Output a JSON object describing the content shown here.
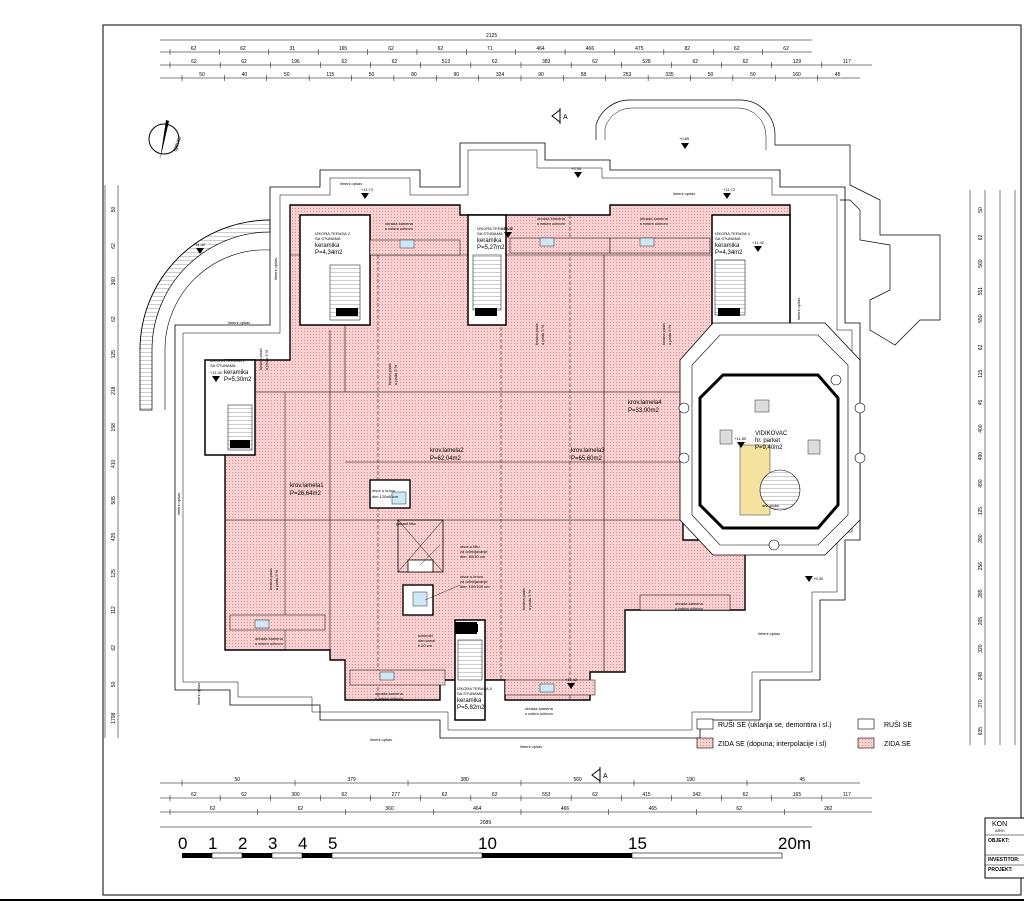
{
  "plan": {
    "north_label": "sjever",
    "section_marker": "A",
    "dims_top": {
      "total": "2125",
      "row1": [
        "62",
        "62",
        "31",
        "165",
        "62",
        "62",
        "71",
        "464",
        "466",
        "475",
        "82",
        "62",
        "62"
      ],
      "row2": [
        "62",
        "62",
        "196",
        "62",
        "62",
        "513",
        "62",
        "383",
        "62",
        "528",
        "62",
        "62",
        "129",
        "117"
      ],
      "row3": [
        "50",
        "40",
        "50",
        "115",
        "50",
        "80",
        "90",
        "324",
        "90",
        "58",
        "253",
        "335",
        "50",
        "50",
        "160",
        "45"
      ]
    },
    "dims_bottom": {
      "row1": [
        "50",
        "379",
        "380",
        "560",
        "190",
        "45"
      ],
      "row2": [
        "62",
        "62",
        "300",
        "62",
        "277",
        "62",
        "62",
        "553",
        "62",
        "415",
        "342",
        "62",
        "165",
        "117"
      ],
      "row3": [
        "62",
        "62",
        "360",
        "464",
        "466",
        "465",
        "62",
        "282"
      ],
      "total": "2089"
    },
    "dims_left": [
      "50",
      "62",
      "360",
      "62",
      "125",
      "218",
      "158",
      "410",
      "505",
      "425",
      "125",
      "112",
      "62",
      "50",
      "1798"
    ],
    "dims_right": [
      "50",
      "62",
      "560",
      "551",
      "550",
      "62",
      "115",
      "45",
      "400",
      "490",
      "490",
      "125",
      "280",
      "256",
      "285",
      "265",
      "320",
      "248",
      "370",
      "635"
    ],
    "levels": [
      "+11,72",
      "+11,72",
      "+5,30",
      "+0,85",
      "+11,42",
      "+11,42",
      "+11,42",
      "+11,42",
      "+11,80",
      "+5,30",
      "+11,42"
    ],
    "rooms": {
      "roof1": "krov.lamela1",
      "roof1_area": "P=26,64m2",
      "roof2": "krov.lamela2",
      "roof2_area": "P=62,04m2",
      "roof3": "krov.lamela3",
      "roof3_area": "P=65,60m2",
      "roof4": "krov.lamela4",
      "roof4_area": "P=33,00m2",
      "viewpoint": "VIDIKOVAC",
      "viewpoint_floor": "hr. parket",
      "viewpoint_area": "P=9,40m2",
      "terrace_l": "IZKORA TERASA 1",
      "terrace_l2": "SA STUBAMA",
      "terrace_l3": "keramika",
      "terrace_l_area": "P=5,30m2",
      "terrace_tl": "IZKORA TERASA 2",
      "terrace_tl2": "SA STUBAMA",
      "terrace_tl3": "keramika",
      "terrace_tl_area": "P=4,34m2",
      "terrace_tc": "IZKORA TERASA 3",
      "terrace_tc2": "SA STUBAMA",
      "terrace_tc3": "keramika",
      "terrace_tc_area": "P=5,27m2",
      "terrace_tr": "IZKORA TERASA 4",
      "terrace_tr2": "SA STUBAMA",
      "terrace_tr3": "keramika",
      "terrace_tr_area": "P=4,34m2",
      "terrace_b": "IZKORA TERASA 5",
      "terrace_b2": "SA STUBAMA",
      "terrace_b3": "keramika",
      "terrace_b_area": "P=5,82m2"
    },
    "notes": {
      "opening1": "otvor u krovu",
      "opening1_dim": "dim.120x80cm",
      "lift_shaft": "gabarit lifta",
      "lift_open": "otvor u liftu",
      "lift_open2": "za odimljavanje",
      "lift_open3": "dim. 80/30 cm",
      "roof_open": "otvor u krovu",
      "roof_open2": "za odimljavanje",
      "roof_open3": "dim. 100/100 cm",
      "chimney": "schiedel",
      "chimney2": "dim.kanal",
      "chimney3": "fi 20 cm",
      "stair_note": "drv. stube",
      "slope": "kosina pada",
      "slope2": "u padu 5 %",
      "gutter": "limeni opšav",
      "window": "obrada kamena",
      "window2": "s nekim učinom"
    },
    "legend": {
      "item1_plain": "RUŠI SE (uklanja se, demontira i sl.)",
      "item1_fill": "ZIDA SE (dopuna; interpolacije i sl)",
      "item2_plain": "RUŠI SE",
      "item2_fill": "ZIDA SE",
      "plain_color": "#ffffff",
      "fill_color": "#f4a3a3"
    },
    "scale_bar": {
      "labels": [
        "0",
        "1",
        "2",
        "3",
        "4",
        "5",
        "10",
        "15",
        "20m"
      ]
    },
    "title_block": {
      "company": "KON",
      "company2": "ARHI",
      "object_label": "OBJEKT:",
      "investor_label": "INVESTITOR:",
      "project_label": "PROJEKT:"
    },
    "colors": {
      "hatch_fill": "#f7c9c9",
      "hatch_dot": "#e36b6b",
      "line": "#000000",
      "accent": "#f6e2a0"
    }
  }
}
